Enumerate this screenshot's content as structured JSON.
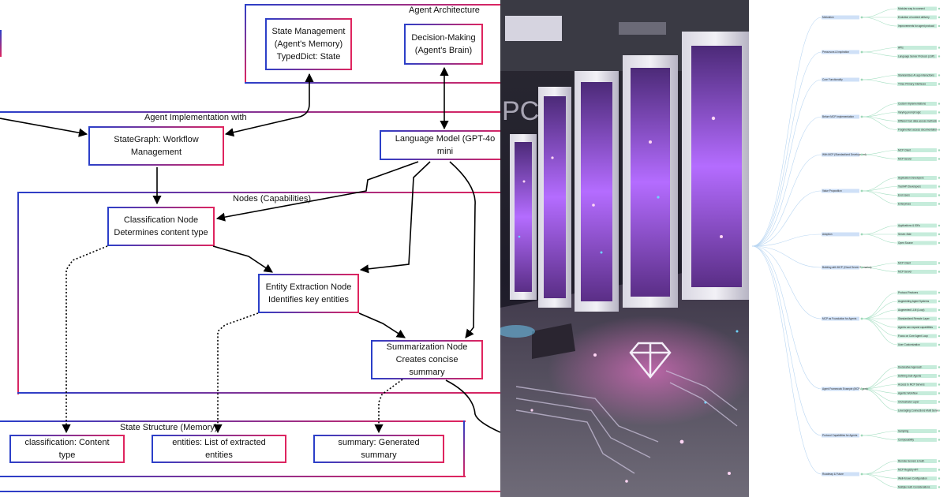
{
  "diagram": {
    "groups": {
      "agent_architecture": "Agent Architecture",
      "agent_implementation": "Agent Implementation with",
      "nodes_capabilities": "Nodes (Capabilities)",
      "state_structure": "State Structure (Memory)"
    },
    "nodes": {
      "state_management": "State Management\n(Agent's Memory)\nTypedDict: State",
      "decision_making": "Decision-Making\n(Agent's Brain)",
      "stategraph": "StateGraph: Workflow\nManagement",
      "language_model": "Language Model (GPT-4o mini",
      "classification": "Classification Node\nDetermines content type",
      "entity_extraction": "Entity Extraction Node\nIdentifies key entities",
      "summarization": "Summarization Node\nCreates concise summary",
      "state_classification": "classification: Content type",
      "state_entities": "entities: List of extracted entities",
      "state_summary": "summary: Generated summary"
    }
  },
  "server_image": {
    "partial_text": "PC",
    "accent_colors": [
      "#b46cff",
      "#ff77d9",
      "#6fd3ff"
    ]
  },
  "mindmap": {
    "branches": [
      {
        "label": "Motivation",
        "leaves": [
          "Modular way to connect",
          "Evolution of context delivery",
          "Improvements for agent protocol"
        ]
      },
      {
        "label": "Precursors & Inspiration",
        "leaves": [
          "APIs",
          "Language Server Protocol (LSP)"
        ]
      },
      {
        "label": "Core Functionality",
        "leaves": [
          "Standardizes AI app interactions",
          "Three Primary Interfaces"
        ]
      },
      {
        "label": "Before MCP Implementation",
        "leaves": [
          "Custom implementations",
          "Varying prompt logic",
          "Different tool data access methods",
          "Fragmented access documentation"
        ]
      },
      {
        "label": "With MCP (Standardized Development)",
        "leaves": [
          "MCP Client",
          "MCP Server"
        ]
      },
      {
        "label": "Value Proposition",
        "leaves": [
          "Application Developers",
          "Tool/API Developers",
          "End Users",
          "Enterprises"
        ]
      },
      {
        "label": "Adoption",
        "leaves": [
          "Applications & IDEs",
          "Server-Side",
          "Open Source"
        ]
      },
      {
        "label": "Building with MCP (Cloud Server Scenarios)",
        "leaves": [
          "MCP Client",
          "MCP Server"
        ]
      },
      {
        "label": "MCP as Foundation for Agents",
        "leaves": [
          "Protocol Features",
          "Augmenting Agent Systems",
          "Augmented LLM (Loop)",
          "Standardized Remote Layer",
          "Agents can expand capabilities",
          "Focus on Core Agent Loop",
          "User Customization"
        ]
      },
      {
        "label": "Agent Framework Example (MCP Agent)",
        "leaves": [
          "Declarative Approach",
          "Defining Sub-Agents",
          "Access to MCP Servers",
          "Agentic Workflow",
          "Orchestrator Layer",
          "Leveraging Connections Multi Server"
        ]
      },
      {
        "label": "Protocol Capabilities for Agents",
        "leaves": [
          "Sampling",
          "Composability"
        ]
      },
      {
        "label": "Roadmap & Future",
        "leaves": [
          "Remote Servers & Auth",
          "MCP Registry API",
          "Well-Known Configuration",
          "Multiple Auth Considerations"
        ]
      }
    ]
  }
}
